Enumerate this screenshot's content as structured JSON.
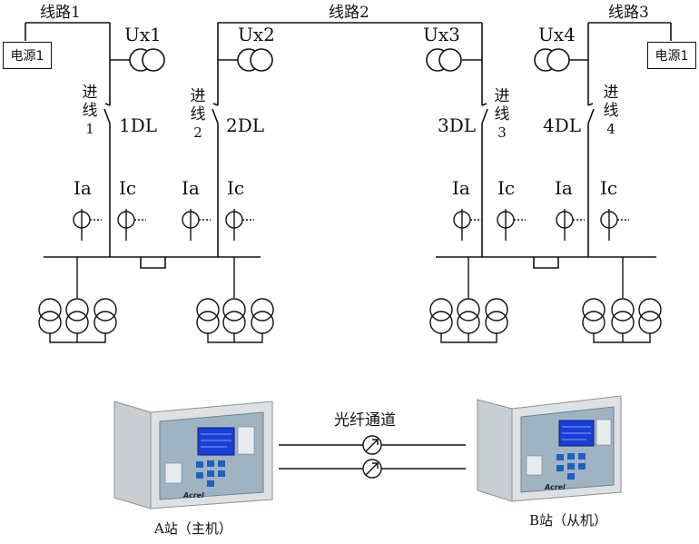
{
  "lines": {
    "line1": "线路1",
    "line2": "线路2",
    "line3": "线路3"
  },
  "sources": {
    "source1": "电源1",
    "source2": "电源1"
  },
  "vts": {
    "ux1": "Ux1",
    "ux2": "Ux2",
    "ux3": "Ux3",
    "ux4": "Ux4"
  },
  "feeders": [
    {
      "name": "进线1",
      "chars": [
        "进",
        "线",
        "1"
      ],
      "breaker": "1DL"
    },
    {
      "name": "进线2",
      "chars": [
        "进",
        "线",
        "2"
      ],
      "breaker": "2DL"
    },
    {
      "name": "进线3",
      "chars": [
        "进",
        "线",
        "3"
      ],
      "breaker": "3DL"
    },
    {
      "name": "进线4",
      "chars": [
        "进",
        "线",
        "4"
      ],
      "breaker": "4DL"
    }
  ],
  "cts": {
    "ia": "Ia",
    "ic": "Ic"
  },
  "fiber": {
    "channel_label": "光纤通道"
  },
  "stations": {
    "a_label": "A站（主机）",
    "b_label": "B站（从机）",
    "brand": "Acrel"
  },
  "colors": {
    "line": "#111111",
    "device_body": "#d9dde0",
    "device_panel": "#8fa6b8",
    "screen": "#1a3fd6",
    "key": "#1f5fc4"
  }
}
